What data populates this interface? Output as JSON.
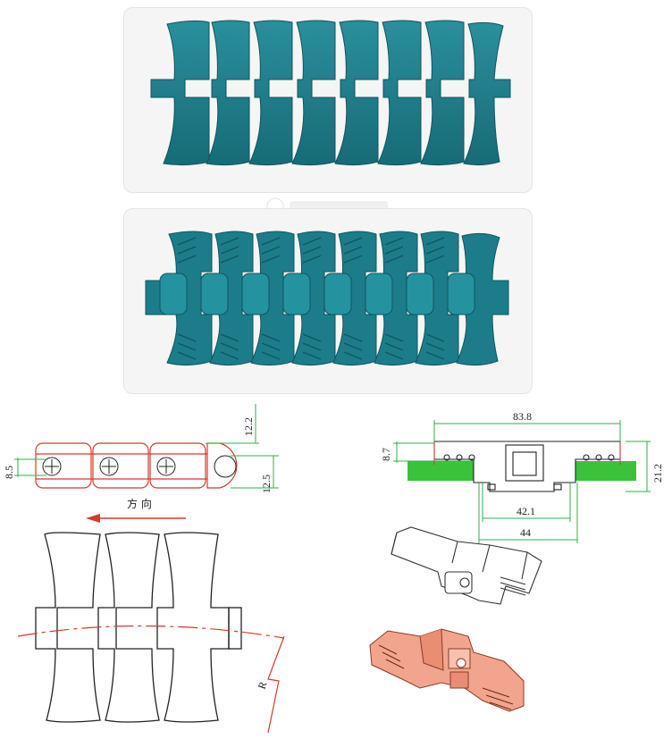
{
  "colors": {
    "chain_teal": "#1f7f8c",
    "chain_teal_dark": "#135a66",
    "outline_red": "#d43b2a",
    "dimension_green": "#2bb24c",
    "guide_green": "#3bc23b",
    "render_salmon": "#f2a58e"
  },
  "photos": {
    "top_view": {
      "icon": "chain-top-view-photo"
    },
    "bottom_view": {
      "icon": "chain-bottom-view-photo"
    }
  },
  "watermark": {
    "icon": "company-logo-watermark"
  },
  "side_drawing": {
    "dim_pitch_height": "12.2",
    "dim_pin_offset": "8.5",
    "dim_link_height": "12.5",
    "direction_label": "方 向"
  },
  "front_drawing": {
    "dim_top_width": "83.8",
    "dim_guide_height": "8.7",
    "dim_total_height": "21.2",
    "dim_slot_width": "42.1",
    "dim_guide_width": "44"
  },
  "top_drawing": {
    "radius_label": "R"
  }
}
